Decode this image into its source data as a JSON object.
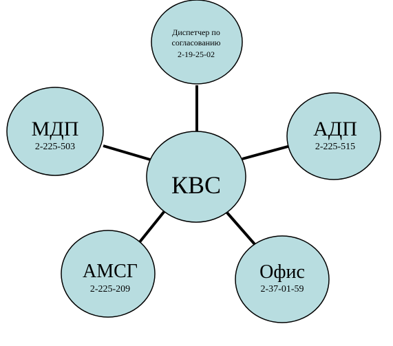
{
  "center": {
    "label": "КВС",
    "phone": ""
  },
  "nodes": [
    {
      "id": "dispatcher",
      "line1": "Диспетчер по",
      "line2": "согласованию",
      "phone": "2-19-25-02"
    },
    {
      "id": "adp",
      "label": "АДП",
      "phone": "2-225-515"
    },
    {
      "id": "office",
      "label": "Офис",
      "phone": "2-37-01-59"
    },
    {
      "id": "amsg",
      "label": "АМСГ",
      "phone": "2-225-209"
    },
    {
      "id": "mdp",
      "label": "МДП",
      "phone": "2-225-503"
    }
  ],
  "colors": {
    "node_fill": "#b8dde0",
    "stroke": "#000000",
    "background": "#ffffff"
  }
}
